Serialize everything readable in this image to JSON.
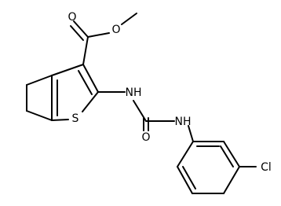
{
  "structure": {
    "atom_labels": {
      "ester_carbonyl_oxygen": "O",
      "ester_methoxy_oxygen": "O",
      "thiophene_sulfur": "S",
      "amide_nh_left": "NH",
      "urea_carbonyl_oxygen": "O",
      "amide_nh_right": "NH",
      "chlorine": "Cl"
    },
    "line_color": "#000000",
    "background_color": "#ffffff"
  }
}
